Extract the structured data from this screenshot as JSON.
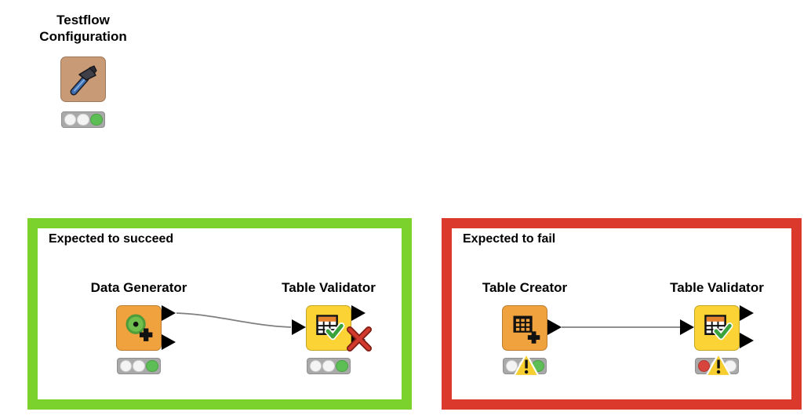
{
  "canvas": {
    "background": "#ffffff"
  },
  "colors": {
    "annotation_green_border": "#7CD22C",
    "annotation_red_border": "#DB392B",
    "node_orange": "#F0A23E",
    "node_yellow": "#FBD335",
    "node_tan": "#C89A76",
    "traffic_light_background": "#A9A9A9",
    "light_green": "#5CBE55",
    "light_red": "#D7453C",
    "warning_yellow": "#F6CE2F",
    "check_green": "#3BA33B",
    "fail_x_red": "#D0392C",
    "connection_gray": "#7F7F7F",
    "icon_header_orange": "#E8812C",
    "hammer_handle_blue": "#3D6FB2"
  },
  "testflow": {
    "label_line1": "Testflow",
    "label_line2": "Configuration",
    "status_lights": [
      "off",
      "off",
      "green"
    ]
  },
  "groups": {
    "succeed": {
      "title": "Expected to succeed",
      "nodes": [
        {
          "label": "Data Generator",
          "status_lights": [
            "off",
            "off",
            "green"
          ]
        },
        {
          "label": "Table Validator",
          "status_lights": [
            "off",
            "off",
            "green"
          ],
          "port_failure_marker": "red-x"
        }
      ]
    },
    "fail": {
      "title": "Expected to fail",
      "nodes": [
        {
          "label": "Table Creator",
          "status_lights": [
            "off",
            "warning",
            "green"
          ]
        },
        {
          "label": "Table Validator",
          "status_lights": [
            "red",
            "warning",
            "off"
          ]
        }
      ]
    }
  }
}
